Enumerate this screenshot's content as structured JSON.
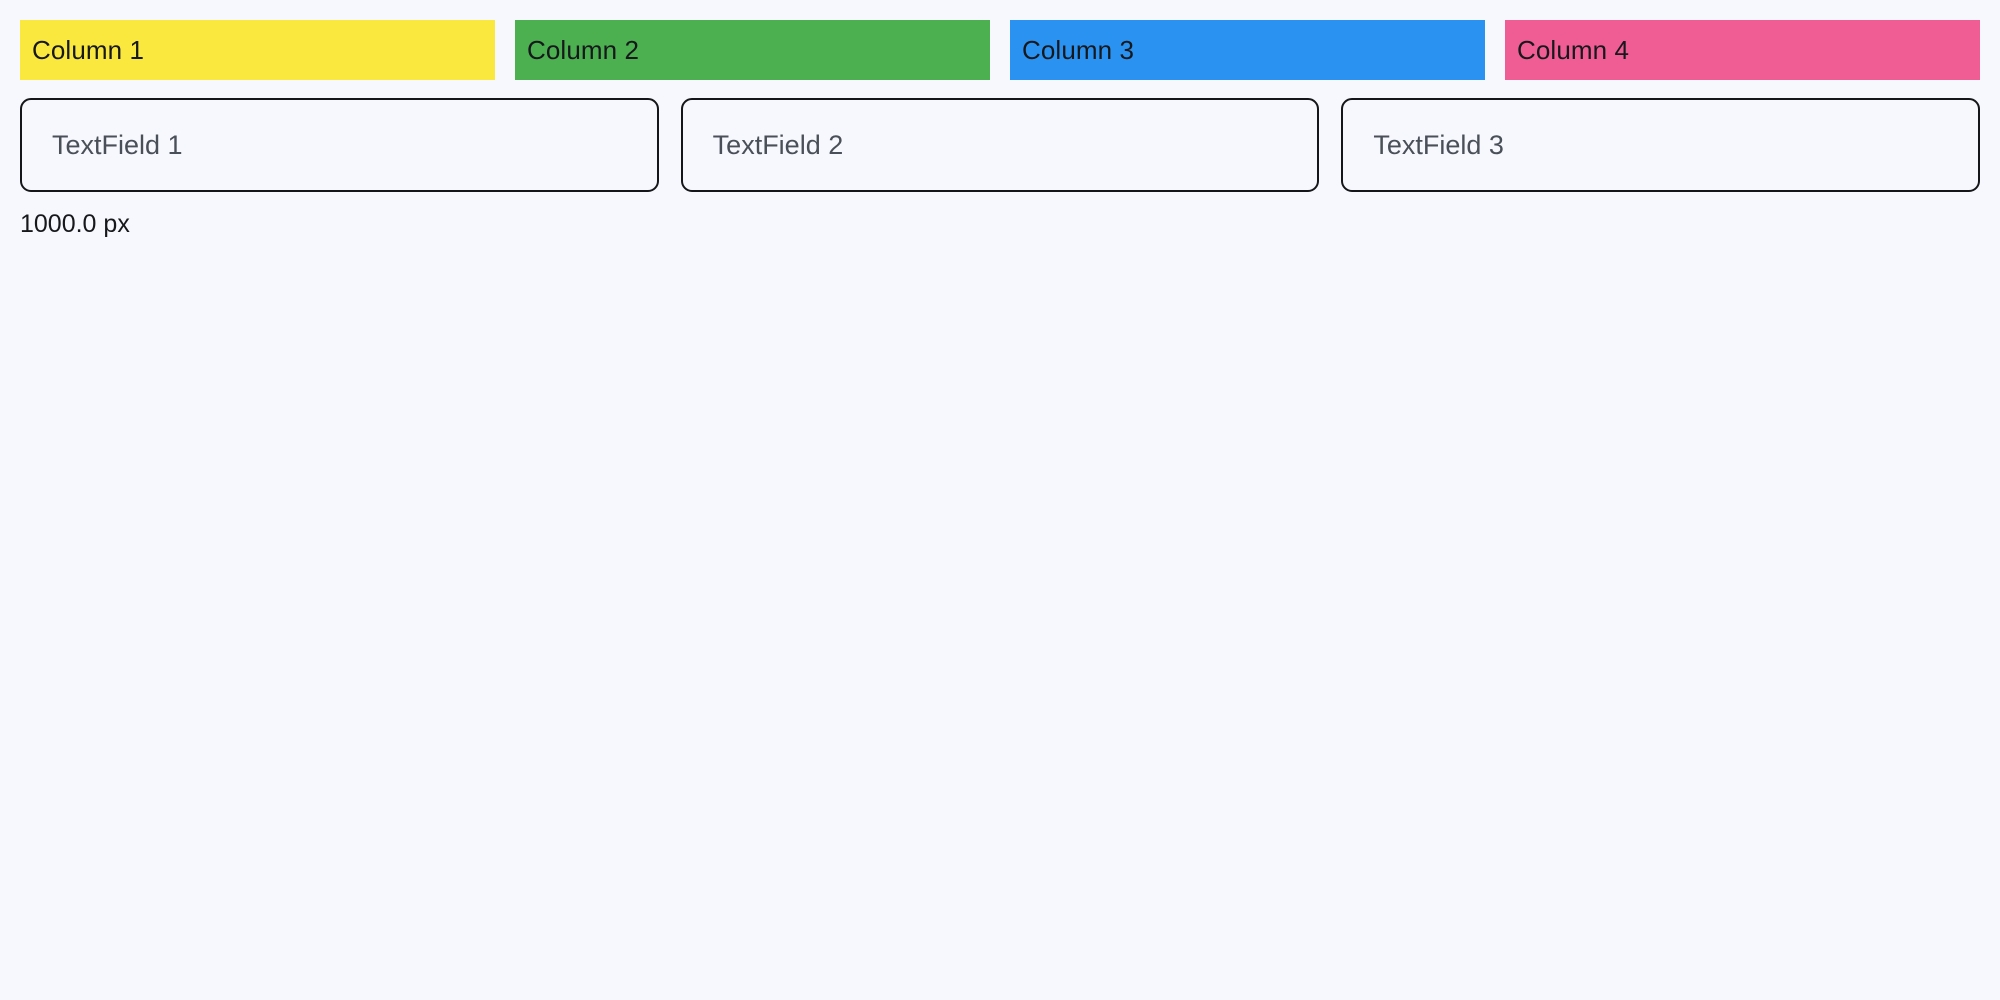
{
  "page": {
    "background_color": "#f7f8fd",
    "text_color": "#16181c"
  },
  "columns": [
    {
      "label": "Column 1",
      "color": "#fbe83f"
    },
    {
      "label": "Column 2",
      "color": "#4caf50"
    },
    {
      "label": "Column 3",
      "color": "#2a92f0"
    },
    {
      "label": "Column 4",
      "color": "#f05d94"
    }
  ],
  "text_fields": [
    {
      "placeholder": "TextField 1",
      "value": ""
    },
    {
      "placeholder": "TextField 2",
      "value": ""
    },
    {
      "placeholder": "TextField 3",
      "value": ""
    }
  ],
  "measurement": {
    "label": "1000.0 px"
  }
}
